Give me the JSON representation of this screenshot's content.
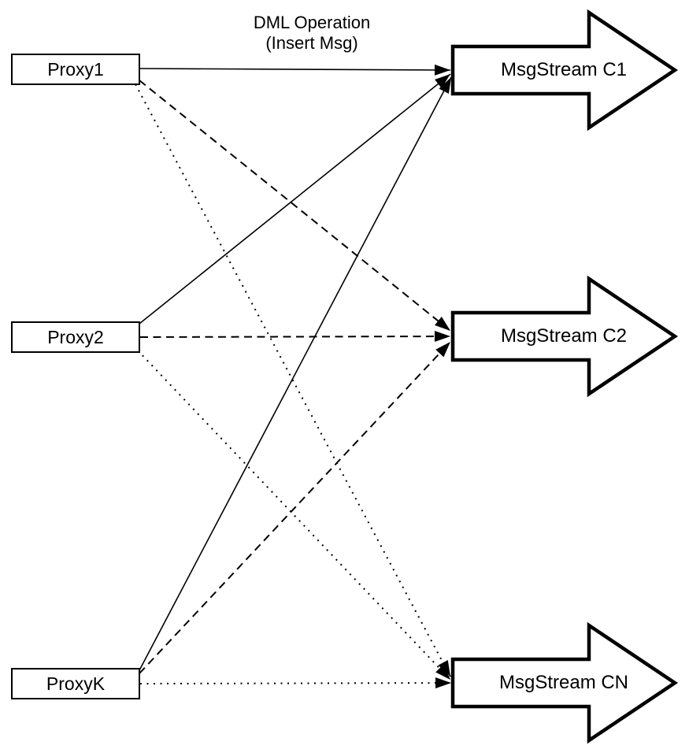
{
  "diagram": {
    "title_annotation": {
      "line1": "DML Operation",
      "line2": "(Insert Msg)"
    },
    "proxies": [
      {
        "label": "Proxy1"
      },
      {
        "label": "Proxy2"
      },
      {
        "label": "ProxyK"
      }
    ],
    "streams": [
      {
        "label": "MsgStream C1"
      },
      {
        "label": "MsgStream C2"
      },
      {
        "label": "MsgStream CN"
      }
    ],
    "edges": [
      {
        "from": "Proxy1",
        "to": "MsgStream C1",
        "style": "solid"
      },
      {
        "from": "Proxy2",
        "to": "MsgStream C1",
        "style": "solid"
      },
      {
        "from": "ProxyK",
        "to": "MsgStream C1",
        "style": "solid"
      },
      {
        "from": "Proxy1",
        "to": "MsgStream C2",
        "style": "dashed"
      },
      {
        "from": "Proxy2",
        "to": "MsgStream C2",
        "style": "dashed"
      },
      {
        "from": "ProxyK",
        "to": "MsgStream C2",
        "style": "dashed"
      },
      {
        "from": "Proxy1",
        "to": "MsgStream CN",
        "style": "dotted"
      },
      {
        "from": "Proxy2",
        "to": "MsgStream CN",
        "style": "dotted"
      },
      {
        "from": "ProxyK",
        "to": "MsgStream CN",
        "style": "dotted"
      }
    ],
    "colors": {
      "stroke": "#000000",
      "fill": "#ffffff",
      "background": "#ffffff"
    }
  }
}
